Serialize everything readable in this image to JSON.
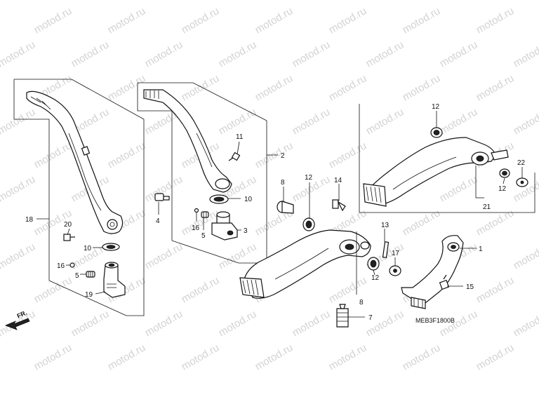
{
  "watermark": {
    "text": "motod.ru"
  },
  "diagram_code": "MEB3F1800B",
  "direction_label": "FR.",
  "callouts": [
    {
      "id": "c1",
      "text": "1"
    },
    {
      "id": "c2",
      "text": "2"
    },
    {
      "id": "c3",
      "text": "3"
    },
    {
      "id": "c4",
      "text": "4"
    },
    {
      "id": "c5a",
      "text": "5"
    },
    {
      "id": "c5b",
      "text": "5"
    },
    {
      "id": "c7",
      "text": "7"
    },
    {
      "id": "c8a",
      "text": "8"
    },
    {
      "id": "c8b",
      "text": "8"
    },
    {
      "id": "c10a",
      "text": "10"
    },
    {
      "id": "c10b",
      "text": "10"
    },
    {
      "id": "c11",
      "text": "11"
    },
    {
      "id": "c12a",
      "text": "12"
    },
    {
      "id": "c12b",
      "text": "12"
    },
    {
      "id": "c12c",
      "text": "12"
    },
    {
      "id": "c12d",
      "text": "12"
    },
    {
      "id": "c13",
      "text": "13"
    },
    {
      "id": "c14",
      "text": "14"
    },
    {
      "id": "c15",
      "text": "15"
    },
    {
      "id": "c16a",
      "text": "16"
    },
    {
      "id": "c16b",
      "text": "16"
    },
    {
      "id": "c17",
      "text": "17"
    },
    {
      "id": "c18",
      "text": "18"
    },
    {
      "id": "c19",
      "text": "19"
    },
    {
      "id": "c20",
      "text": "20"
    },
    {
      "id": "c21",
      "text": "21"
    },
    {
      "id": "c22",
      "text": "22"
    }
  ]
}
